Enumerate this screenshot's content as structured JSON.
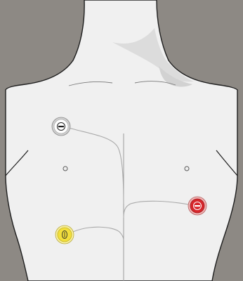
{
  "background_color": "#8d8984",
  "skin_color": "#f0f0f0",
  "outline_color": "#1e1e1e",
  "lead_wire_color": "#a9a9a9",
  "electrodes": [
    {
      "name": "white-electrode",
      "color": "#ffffff",
      "ring": "#cfcfcf",
      "symbol": "minus"
    },
    {
      "name": "red-electrode",
      "color": "#d6262b",
      "ring": "#f0b5b5",
      "symbol": "minus"
    },
    {
      "name": "yellow-electrode",
      "color": "#f2df3c",
      "ring": "#f7ef9d",
      "symbol": "ground"
    }
  ],
  "icons": [
    "white-electrode-icon",
    "red-electrode-icon",
    "yellow-electrode-icon",
    "nipple-icon"
  ]
}
